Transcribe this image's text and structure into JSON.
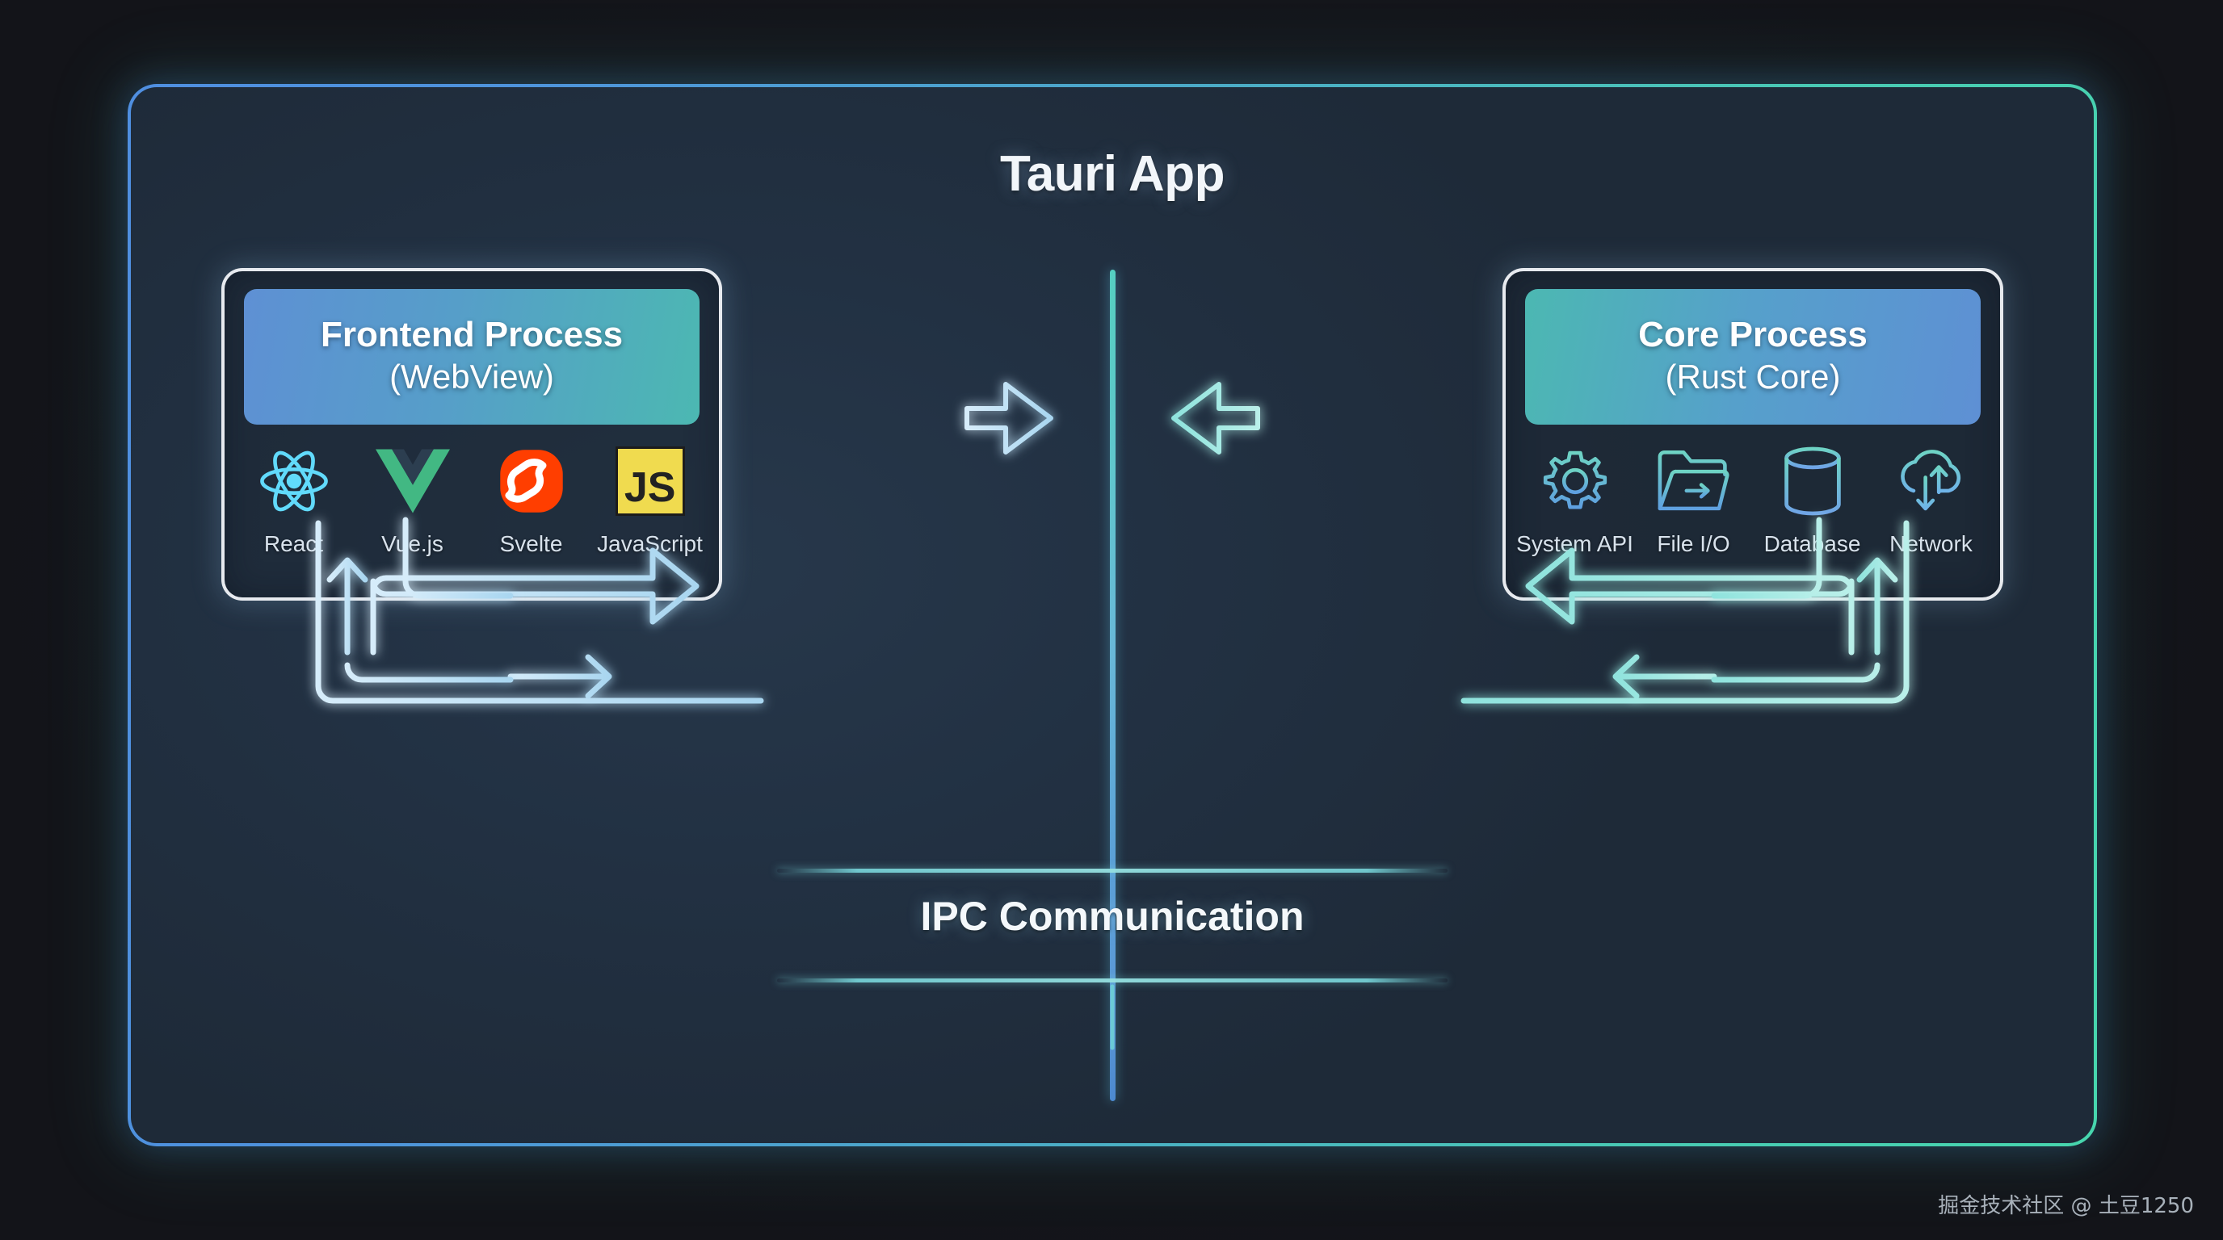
{
  "diagram": {
    "title": "Tauri App",
    "ipc_label": "IPC Communication",
    "watermark": "掘金技术社区 @ 土豆1250",
    "colors": {
      "page_background": "#16181f",
      "panel_background": "#22303f",
      "frame_gradient_start": "#4f8fe0",
      "frame_gradient_end": "#47d6ae",
      "header_blue": "#5e90d4",
      "header_teal": "#4cb8b2",
      "arrow_left": "#bfe2f5",
      "arrow_right": "#8fe3dd",
      "divider": "#63cfd4",
      "text_primary": "#f2f6fa",
      "text_secondary": "#d8e2ec"
    }
  },
  "frontend": {
    "header_line1": "Frontend Process",
    "header_line2": "(WebView)",
    "items": [
      {
        "label": "React",
        "icon": "react-icon",
        "color": "#61dafb"
      },
      {
        "label": "Vue.js",
        "icon": "vue-icon",
        "color": "#42b883"
      },
      {
        "label": "Svelte",
        "icon": "svelte-icon",
        "color": "#ff3e00"
      },
      {
        "label": "JavaScript",
        "icon": "javascript-icon",
        "color": "#f0db4f"
      }
    ]
  },
  "core": {
    "header_line1": "Core Process",
    "header_line2": "(Rust Core)",
    "items": [
      {
        "label": "System API",
        "icon": "gear-icon",
        "color": "#66c9c2"
      },
      {
        "label": "File I/O",
        "icon": "folder-icon",
        "color": "#66c9c2"
      },
      {
        "label": "Database",
        "icon": "database-icon",
        "color": "#66c9c2"
      },
      {
        "label": "Network",
        "icon": "cloud-sync-icon",
        "color": "#66c9c2"
      }
    ]
  }
}
